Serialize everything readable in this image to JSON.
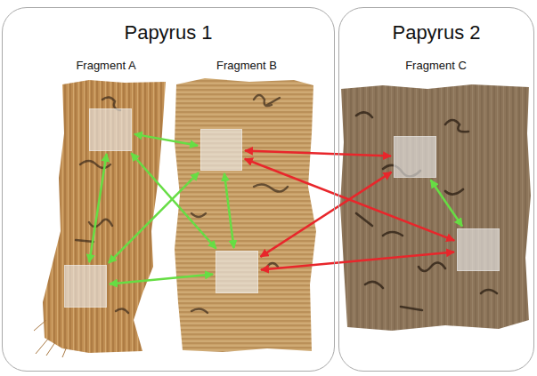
{
  "diagram": {
    "nodes": [
      {
        "text": [
          "Papyrus 1"
        ]
      },
      {
        "text": [
          "Fragment A"
        ],
        "in": 0
      },
      {
        "text": [],
        "in": 1
      },
      {
        "text": [],
        "in": 1
      },
      {
        "text": [
          "Fragment B"
        ],
        "in": 0
      },
      {
        "text": [],
        "in": 4
      },
      {
        "text": [],
        "in": 4
      },
      {
        "text": [
          "Papyrus 2"
        ]
      },
      {
        "text": [
          "Fragment C"
        ],
        "in": 7
      },
      {
        "text": [],
        "in": 8
      },
      {
        "text": [],
        "in": 8
      }
    ],
    "edges": [
      {
        "from": 2,
        "to": 5,
        "arrow": "both"
      },
      {
        "from": 2,
        "to": 6,
        "arrow": "both"
      },
      {
        "from": 2,
        "to": 3,
        "arrow": "both"
      },
      {
        "from": 3,
        "to": 5,
        "arrow": "both"
      },
      {
        "from": 3,
        "to": 6,
        "arrow": "both"
      },
      {
        "from": 5,
        "to": 6,
        "arrow": "both"
      },
      {
        "from": 9,
        "to": 10,
        "arrow": "both"
      },
      {
        "from": 5,
        "to": 9,
        "arrow": "both"
      },
      {
        "from": 5,
        "to": 10,
        "arrow": "both"
      },
      {
        "from": 6,
        "to": 9,
        "arrow": "both"
      },
      {
        "from": 6,
        "to": 10,
        "arrow": "both"
      }
    ]
  }
}
